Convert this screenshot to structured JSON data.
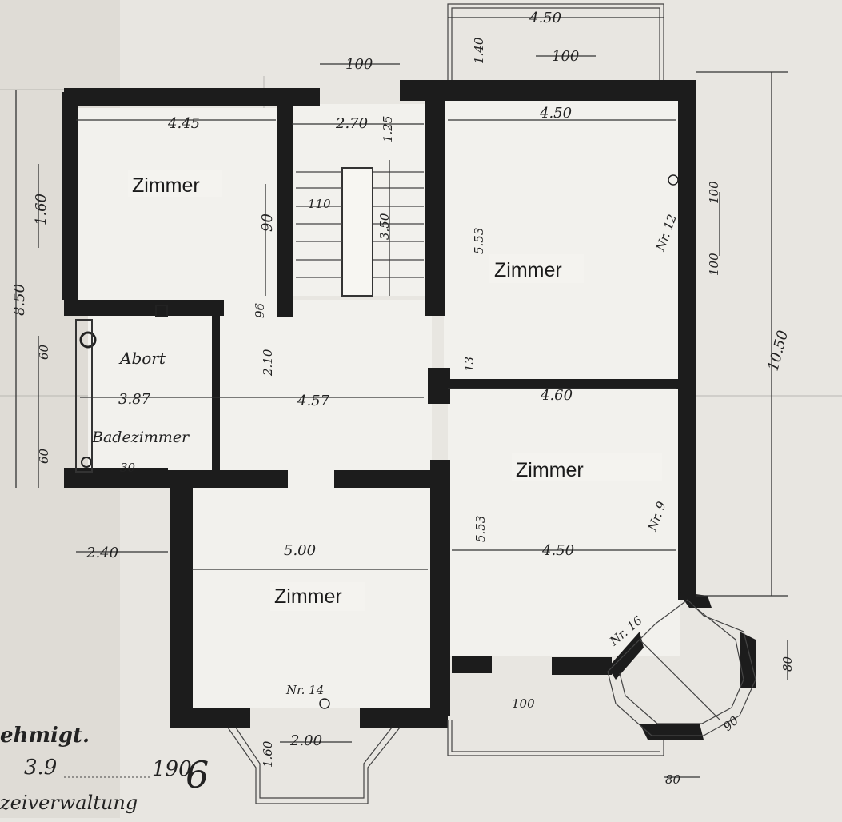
{
  "rooms": {
    "zimmer_top_left": "Zimmer",
    "zimmer_top_right": "Zimmer",
    "zimmer_mid_right": "Zimmer",
    "zimmer_bottom": "Zimmer",
    "abort": "Abort",
    "badezimmer": "Badezimmer"
  },
  "dimensions": {
    "top_450": "4.50",
    "top_140": "1.40",
    "top_100a": "100",
    "top_100b": "100",
    "d_445": "4.45",
    "d_270": "2.70",
    "d_125": "1.25",
    "d_450_top": "4.50",
    "d_160": "1.60",
    "d_850": "8.50",
    "d_90": "90",
    "d_110": "110",
    "d_350": "3.50",
    "d_553_top": "5.53",
    "d_100_right_a": "100",
    "d_100_right_b": "100",
    "d_1050": "10.50",
    "d_60_left": "60",
    "d_96": "96",
    "d_210": "2.10",
    "d_387": "3.87",
    "d_457": "4.57",
    "d_13": "13",
    "d_460": "4.60",
    "d_60_bottom": "60",
    "d_30": "30",
    "d_240": "2.40",
    "d_500": "5.00",
    "d_553_bottom": "5.53",
    "d_450_bottom": "4.50",
    "d_80_right": "80",
    "d_90_right": "90",
    "d_80_bottom": "80",
    "d_200": "2.00",
    "d_160_bottom": "1.60",
    "d_100_bottom": "100"
  },
  "window_marks": {
    "nr12": "Nr. 12",
    "nr9": "Nr. 9",
    "nr16": "Nr. 16",
    "nr14": "Nr. 14"
  },
  "stamp": {
    "genehmigt": "ehmigt.",
    "day": "3.9",
    "year_prefix": "190",
    "year_digit": "6",
    "office": "zeiverwaltung"
  },
  "colors": {
    "paper": "#e8e6e1",
    "wall": "#1c1c1c",
    "ink": "#222222"
  }
}
